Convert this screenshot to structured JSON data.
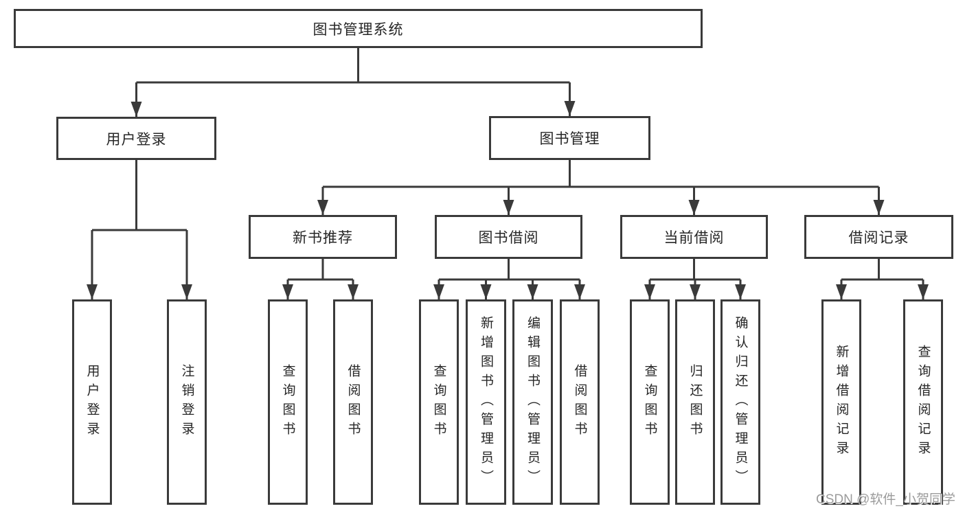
{
  "tree": {
    "label": "图书管理系统",
    "children": [
      {
        "label": "用户登录",
        "children": [
          {
            "label": "用户登录"
          },
          {
            "label": "注销登录"
          }
        ]
      },
      {
        "label": "图书管理",
        "children": [
          {
            "label": "新书推荐",
            "children": [
              {
                "label": "查询图书"
              },
              {
                "label": "借阅图书"
              }
            ]
          },
          {
            "label": "图书借阅",
            "children": [
              {
                "label": "查询图书"
              },
              {
                "label": "新增图书（管理员）"
              },
              {
                "label": "编辑图书（管理员）"
              },
              {
                "label": "借阅图书"
              }
            ]
          },
          {
            "label": "当前借阅",
            "children": [
              {
                "label": "查询图书"
              },
              {
                "label": "归还图书"
              },
              {
                "label": "确认归还（管理员）"
              }
            ]
          },
          {
            "label": "借阅记录",
            "children": [
              {
                "label": "新增借阅记录"
              },
              {
                "label": "查询借阅记录"
              }
            ]
          }
        ]
      }
    ]
  },
  "watermark": {
    "text": "CSDN @软件_小贺同学"
  },
  "colors": {
    "line": "#3a3a3a",
    "text": "#262626",
    "watermark": "#9b9b9b",
    "background": "#ffffff"
  }
}
